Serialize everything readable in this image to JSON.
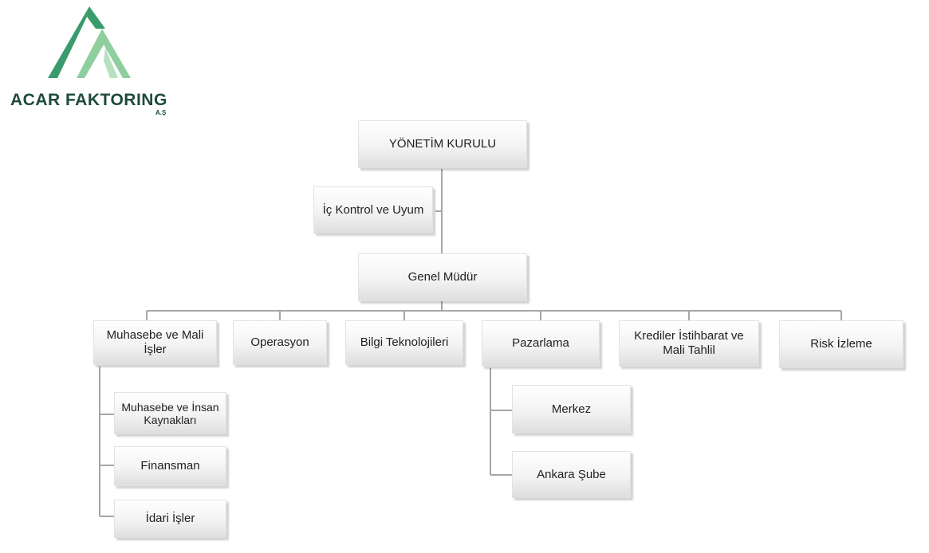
{
  "logo": {
    "name": "ACAR FAKTORING",
    "suffix": "A.Ş",
    "colors": {
      "dark": "#3a9b6c",
      "light": "#8fcf9f",
      "text": "#1e4a3a"
    }
  },
  "org_chart": {
    "board": "YÖNETİM KURULU",
    "internal_control": "İç Kontrol ve Uyum",
    "general_manager": "Genel Müdür",
    "departments": [
      {
        "label": "Muhasebe ve Mali İşler"
      },
      {
        "label": "Operasyon"
      },
      {
        "label": "Bilgi Teknolojileri"
      },
      {
        "label": "Pazarlama"
      },
      {
        "label": "Krediler İstihbarat ve Mali Tahlil"
      },
      {
        "label": "Risk İzleme"
      }
    ],
    "accounting_units": [
      "Muhasebe ve İnsan Kaynakları",
      "Finansman",
      "İdari İşler"
    ],
    "marketing_units": [
      "Merkez",
      "Ankara Şube"
    ]
  },
  "line_color": "#a6a6a6"
}
